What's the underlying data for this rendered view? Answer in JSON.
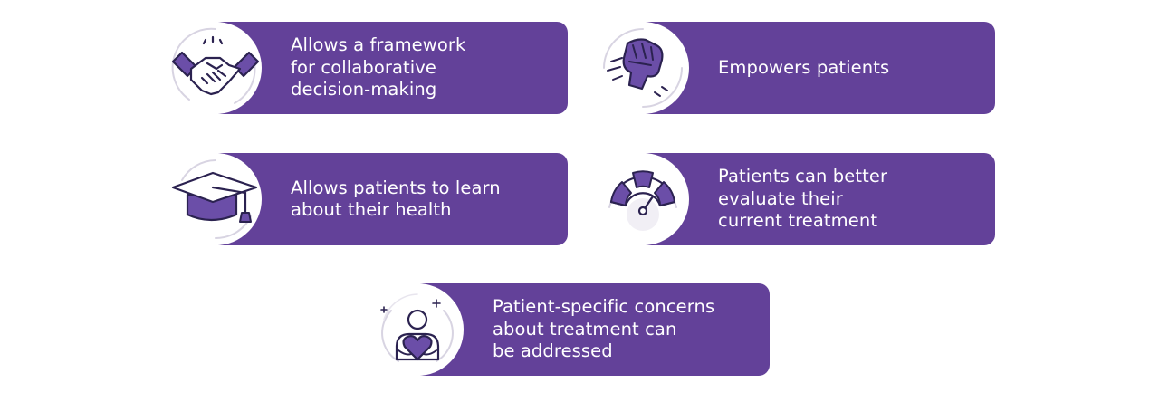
{
  "colors": {
    "pill": "#634199",
    "icon_fill": "#6b4ea8",
    "icon_stroke": "#2b2250",
    "ring": "#d8d4e2",
    "icon_bg": "#f1eff5"
  },
  "benefits": [
    {
      "icon": "handshake-icon",
      "label": "Allows a framework\nfor collaborative\ndecision-making"
    },
    {
      "icon": "raised-fist-icon",
      "label": "Empowers patients"
    },
    {
      "icon": "graduation-cap-icon",
      "label": "Allows patients to learn\nabout their health"
    },
    {
      "icon": "gauge-meter-icon",
      "label": "Patients can better\nevaluate their\ncurrent treatment"
    },
    {
      "icon": "person-heart-icon",
      "label": "Patient-specific concerns\nabout treatment can\nbe addressed"
    }
  ]
}
